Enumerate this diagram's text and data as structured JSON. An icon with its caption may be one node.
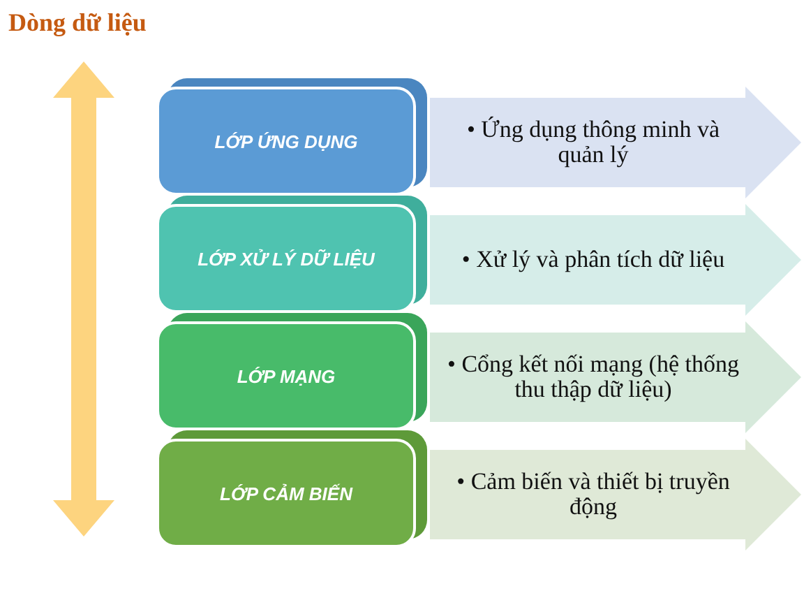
{
  "diagram": {
    "title": "Dòng dữ liệu",
    "nodes": [
      {
        "text": [
          "LỚP ỨNG DỤNG"
        ]
      },
      {
        "text": [
          "LỚP XỬ LÝ DỮ LIỆU"
        ]
      },
      {
        "text": [
          "LỚP MẠNG"
        ]
      },
      {
        "text": [
          "LỚP CẢM BIẾN"
        ]
      },
      {
        "text": [
          "• Ứng dụng thông minh và quản lý"
        ]
      },
      {
        "text": [
          "• Xử lý và phân tích dữ liệu"
        ]
      },
      {
        "text": [
          "• Cổng kết nối mạng (hệ thống thu thập dữ liệu)"
        ]
      },
      {
        "text": [
          "• Cảm biến và thiết bị truyền động"
        ]
      }
    ],
    "edges": []
  }
}
